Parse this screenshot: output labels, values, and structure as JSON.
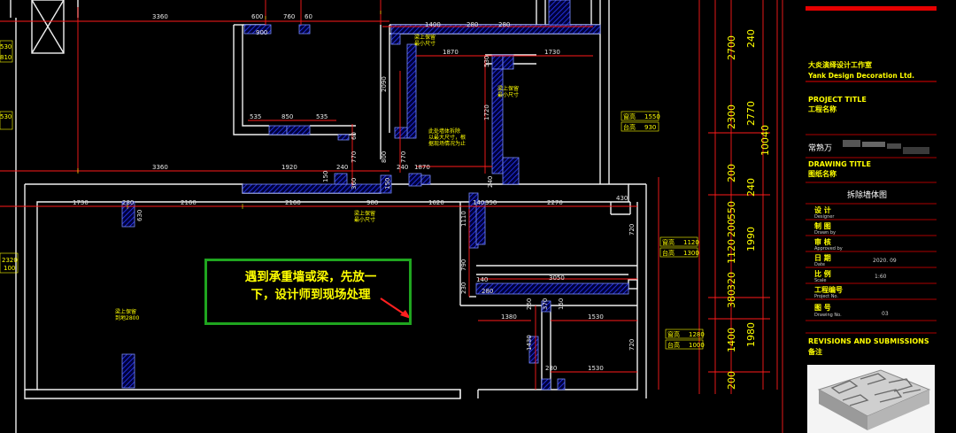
{
  "title_block": {
    "company_cn": "大炎演绎设计工作室",
    "company_en": "Yank Design Decoration Ltd.",
    "project_title_en": "PROJECT TITLE",
    "project_title_cn": "工程名称",
    "project_name": "常熟万",
    "drawing_title_en": "DRAWING TITLE",
    "drawing_title_cn": "图纸名称",
    "drawing_name": "拆除墙体图",
    "designer_cn": "设 计",
    "designer_en": "Designer",
    "drawn_cn": "制 图",
    "drawn_en": "Drawn by",
    "approved_cn": "审 核",
    "approved_en": "Approved by",
    "date_cn": "日 期",
    "date_en": "Date",
    "date_value": "2020. 09",
    "scale_cn": "比 例",
    "scale_en": "Scale",
    "scale_value": "1:60",
    "project_no_cn": "工程编号",
    "project_no_en": "Project No.",
    "drawing_no_cn": "图 号",
    "drawing_no_en": "Drawing No.",
    "drawing_no_value": "03",
    "revisions_en": "REVISIONS AND SUBMISSIONS",
    "revisions_cn": "备注"
  },
  "note": {
    "line1": "遇到承重墙或梁，先放一",
    "line2": "下，设计师到现场处理"
  },
  "plan_dims": {
    "top": [
      "3360",
      "600",
      "760",
      "60",
      "1400",
      "280",
      "280"
    ],
    "room_upper": [
      "900",
      "1870",
      "530",
      "1730",
      "2090",
      "1720",
      "535",
      "850",
      "535",
      "60"
    ],
    "mid": [
      "3360",
      "1920",
      "240",
      "150",
      "770",
      "800",
      "240",
      "1870",
      "770",
      "360",
      "150",
      "240"
    ],
    "row": [
      "1730",
      "280",
      "2160",
      "2160",
      "980",
      "1620",
      "140",
      "350",
      "2270",
      "430"
    ],
    "beam1": [
      "梁上保留",
      "最小尺寸"
    ],
    "beam2": [
      "梁上保留",
      "最小尺寸"
    ],
    "beam3": [
      "梁上保留",
      "最小尺寸"
    ],
    "beam4": [
      "梁上保留",
      "到地2800"
    ],
    "demolition_note": [
      "此处墙体拆除",
      "以最大尺寸，根",
      "据现场情况为止"
    ],
    "inner": [
      "630",
      "1110",
      "790",
      "230",
      "140",
      "3050",
      "280",
      "1380",
      "260",
      "1530",
      "1430",
      "280",
      "1530",
      "720",
      "720",
      "150",
      "370"
    ],
    "room_tags": [
      {
        "k": "窗高",
        "v": "1550"
      },
      {
        "k": "台高",
        "v": "930"
      },
      {
        "k": "窗高",
        "v": "1120"
      },
      {
        "k": "台高",
        "v": "1300"
      },
      {
        "k": "窗高",
        "v": "1280"
      },
      {
        "k": "台高",
        "v": "1000"
      }
    ],
    "left_tags": [
      "530",
      "810",
      "530",
      "2320",
      "100"
    ],
    "right_vertical": [
      "2700",
      "240",
      "2300",
      "200",
      "240",
      "550",
      "200",
      "1120",
      "380",
      "320",
      "1400",
      "200",
      "2770",
      "10040",
      "1990",
      "1980"
    ]
  }
}
